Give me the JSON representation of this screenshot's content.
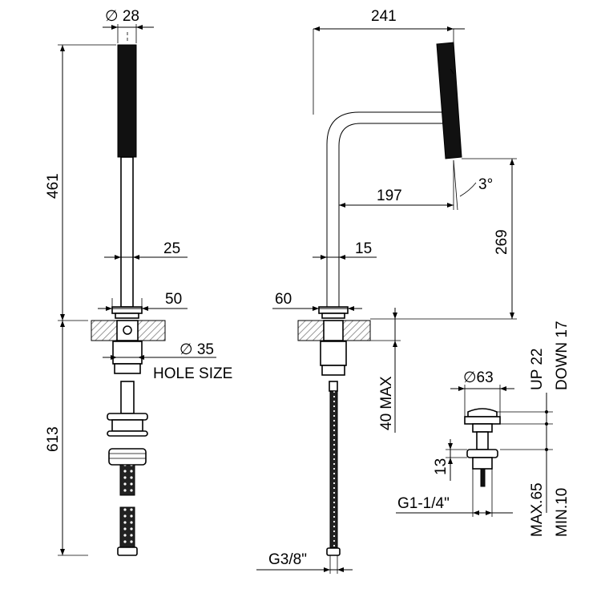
{
  "drawing": {
    "hand_shower": {
      "dia_head": "∅ 28",
      "len_head": "461",
      "dia_hose": "25",
      "base_width": "50",
      "hole_dia": "∅ 35",
      "hole_note": "HOLE SIZE",
      "len_below": "613"
    },
    "spout": {
      "reach_total": "241",
      "reach_inner": "197",
      "tilt": "3°",
      "height": "269",
      "tube": "15",
      "base": "60",
      "deck_max": "40 MAX",
      "conn": "G3/8\""
    },
    "waste": {
      "dia": "∅63",
      "up": "UP 22",
      "down": "DOWN 17",
      "nut": "13",
      "thread": "G1-1/4\"",
      "max": "MAX.65",
      "min": "MIN.10"
    }
  },
  "colors": {
    "line": "#000000",
    "fill": "#111111",
    "hatch": "#999999"
  }
}
